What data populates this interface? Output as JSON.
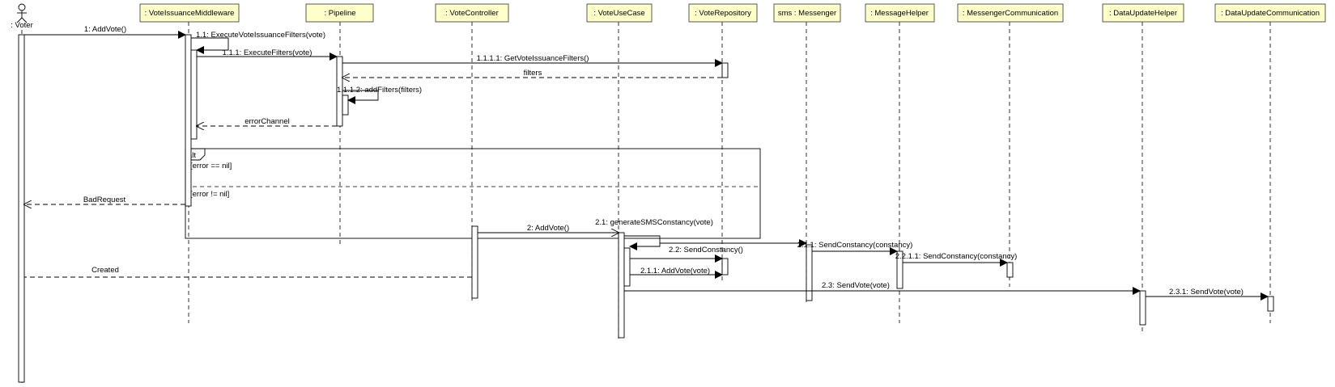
{
  "diagram": {
    "actor": {
      "label": ": Voter"
    },
    "participants": {
      "middleware": ": VoteIssuanceMiddleware",
      "pipeline": ": Pipeline",
      "controller": ": VoteController",
      "usecase": ": VoteUseCase",
      "repository": ": VoteRepository",
      "messenger": "sms : Messenger",
      "helper": ": MessageHelper",
      "comm": ": MessengerCommunication",
      "duhelper": ": DataUpdateHelper",
      "ducomm": ": DataUpdateCommunication"
    },
    "messages": {
      "m1": "1: AddVote()",
      "m11": "1.1: ExecuteVoteIssuanceFilters(vote)",
      "m111": "1.1.1: ExecuteFilters(vote)",
      "m1111": "1.1.1.1: GetVoteIssuanceFilters()",
      "filters": "filters",
      "m1112": "1.1.1.2: addFilters(filters)",
      "errorChannel": "errorChannel",
      "badRequest": "BadRequest",
      "m2": "2: AddVote()",
      "m21": "2.1: generateSMSConstancy(vote)",
      "m211": "2.1.1: SendConstancy(constancy)",
      "m2111": "2.2.1.1: SendConstancy(constancy)",
      "m22": "2.2: SendConstancy()",
      "m211b": "2.1.1: AddVote(vote)",
      "m23": "2.3: SendVote(vote)",
      "m231": "2.3.1: SendVote(vote)",
      "created": "Created"
    },
    "fragment": {
      "operator": "alt",
      "guard1": "[error == nil]",
      "guard2": "[error != nil]"
    }
  }
}
